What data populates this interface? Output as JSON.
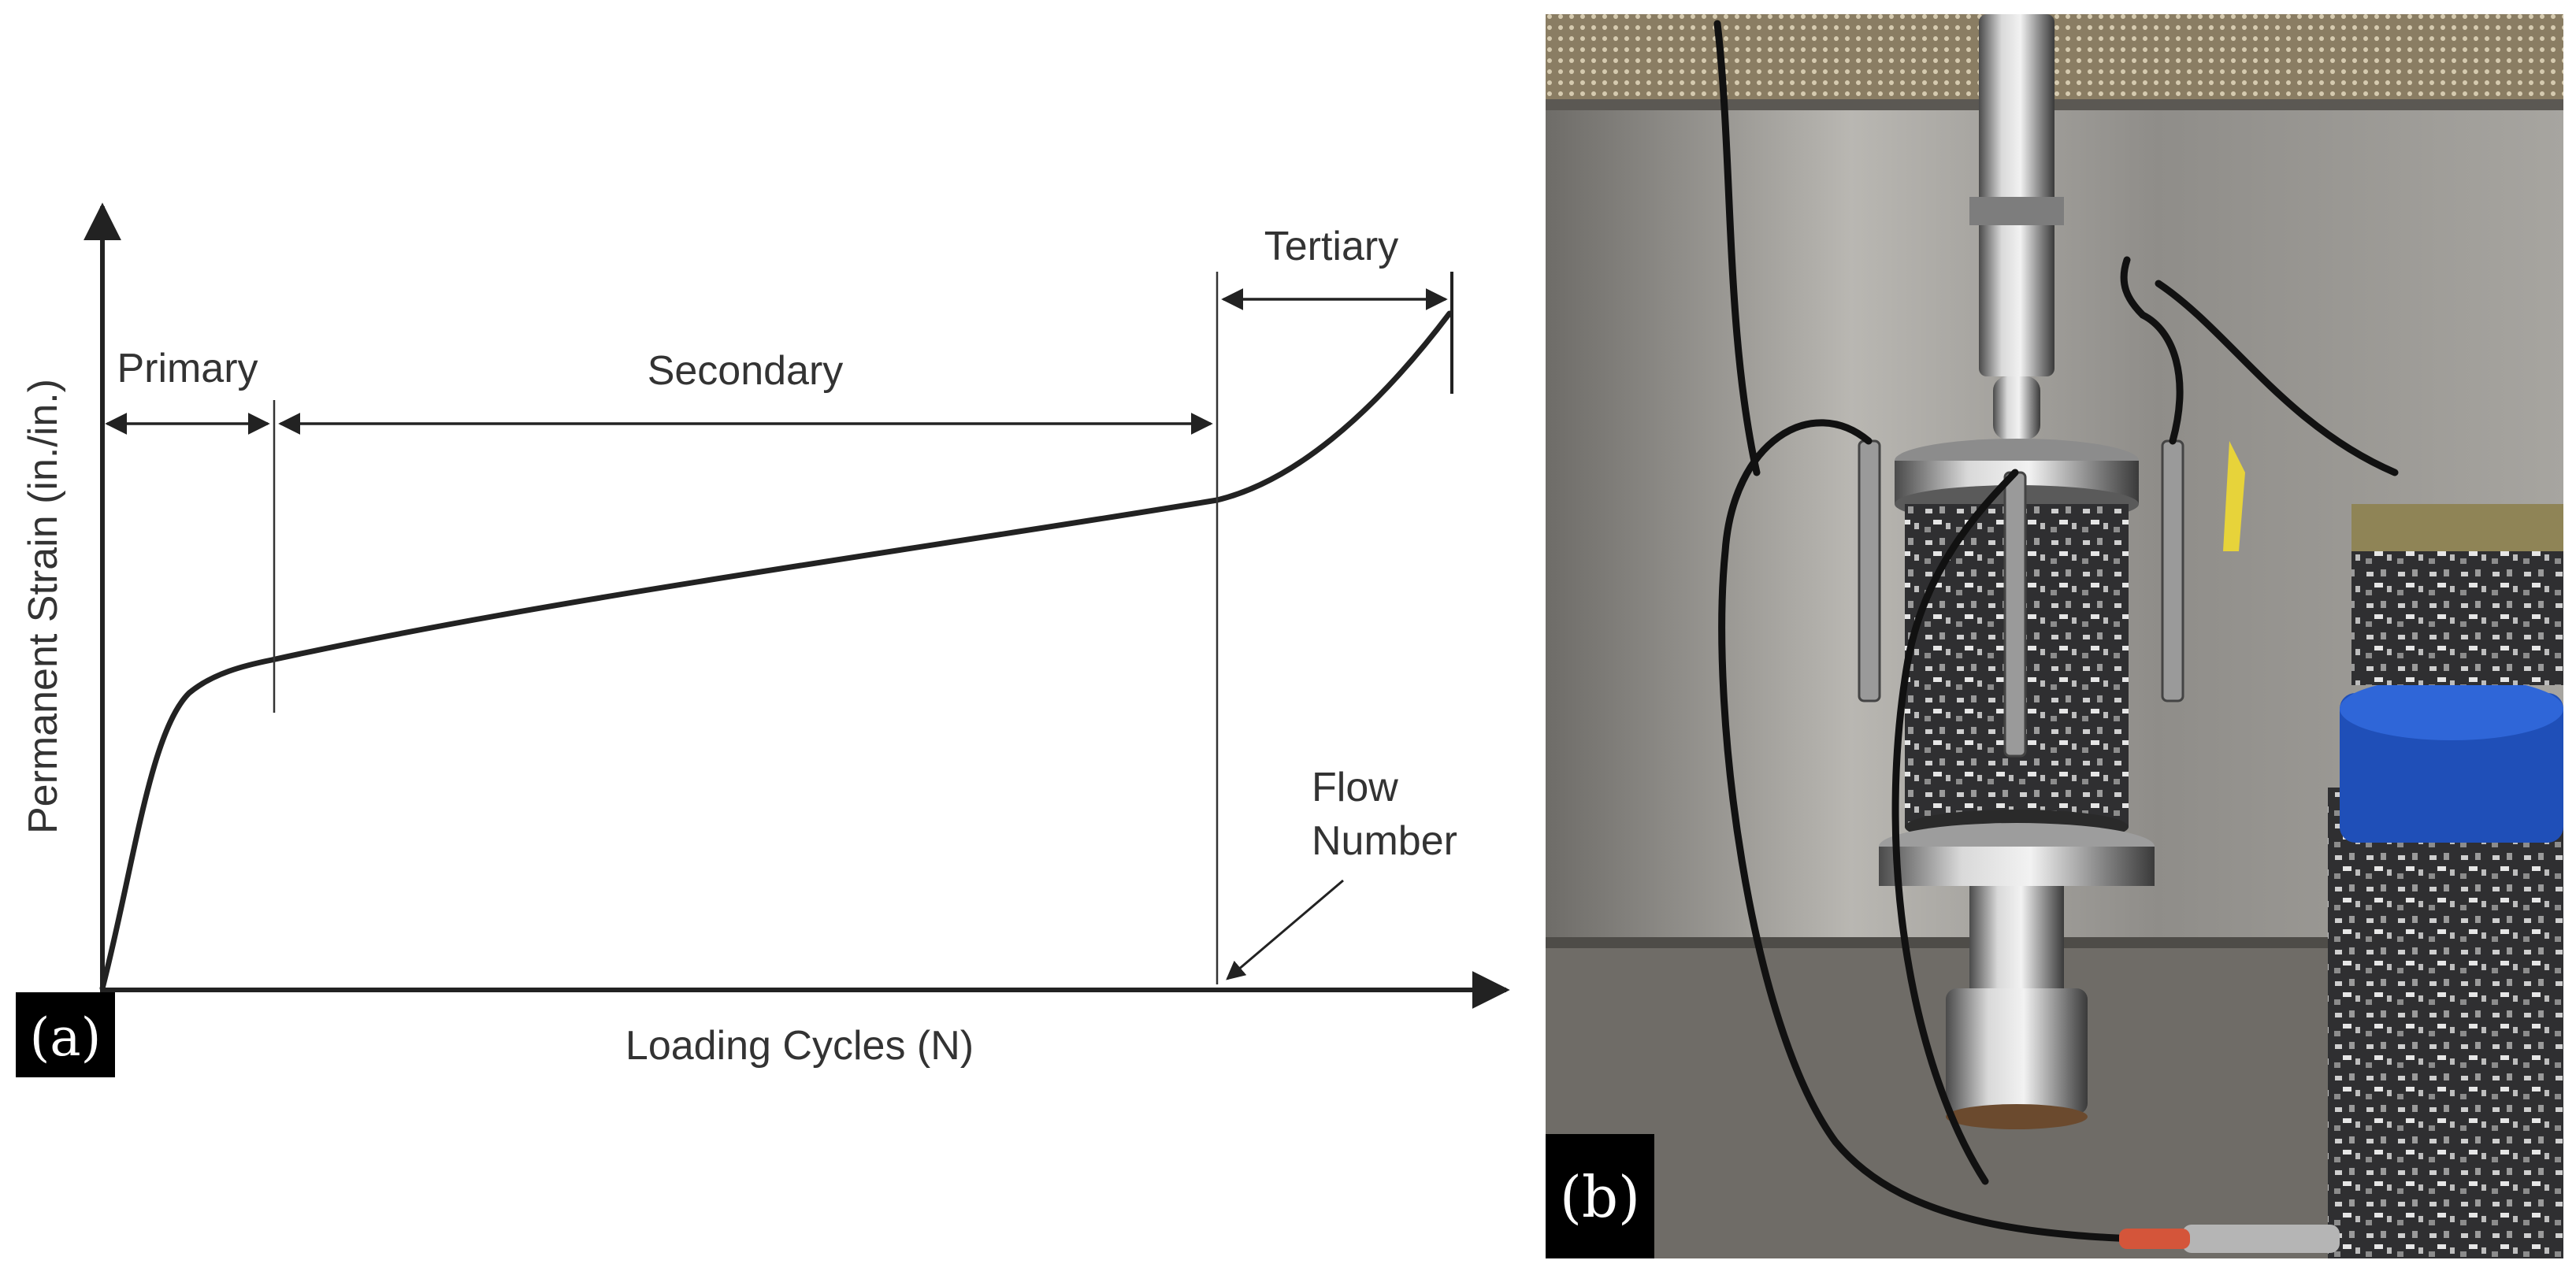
{
  "panel_a": {
    "label": "(a)",
    "ylabel": "Permanent Strain (in./in.)",
    "xlabel": "Loading Cycles (N)",
    "phases": {
      "primary": "Primary",
      "secondary": "Secondary",
      "tertiary": "Tertiary"
    },
    "flow_number_line1": "Flow",
    "flow_number_line2": "Number"
  },
  "panel_b": {
    "label": "(b)",
    "description_icon": "asphalt-specimen-test-photo"
  },
  "colors": {
    "ink": "#222222",
    "label_text": "#333333",
    "panel_label_bg": "#000000",
    "cabinet_metal": "#a9a7a2",
    "specimen_aggregate": "#3a3a3c",
    "blue_cap": "#1f4fb8"
  }
}
